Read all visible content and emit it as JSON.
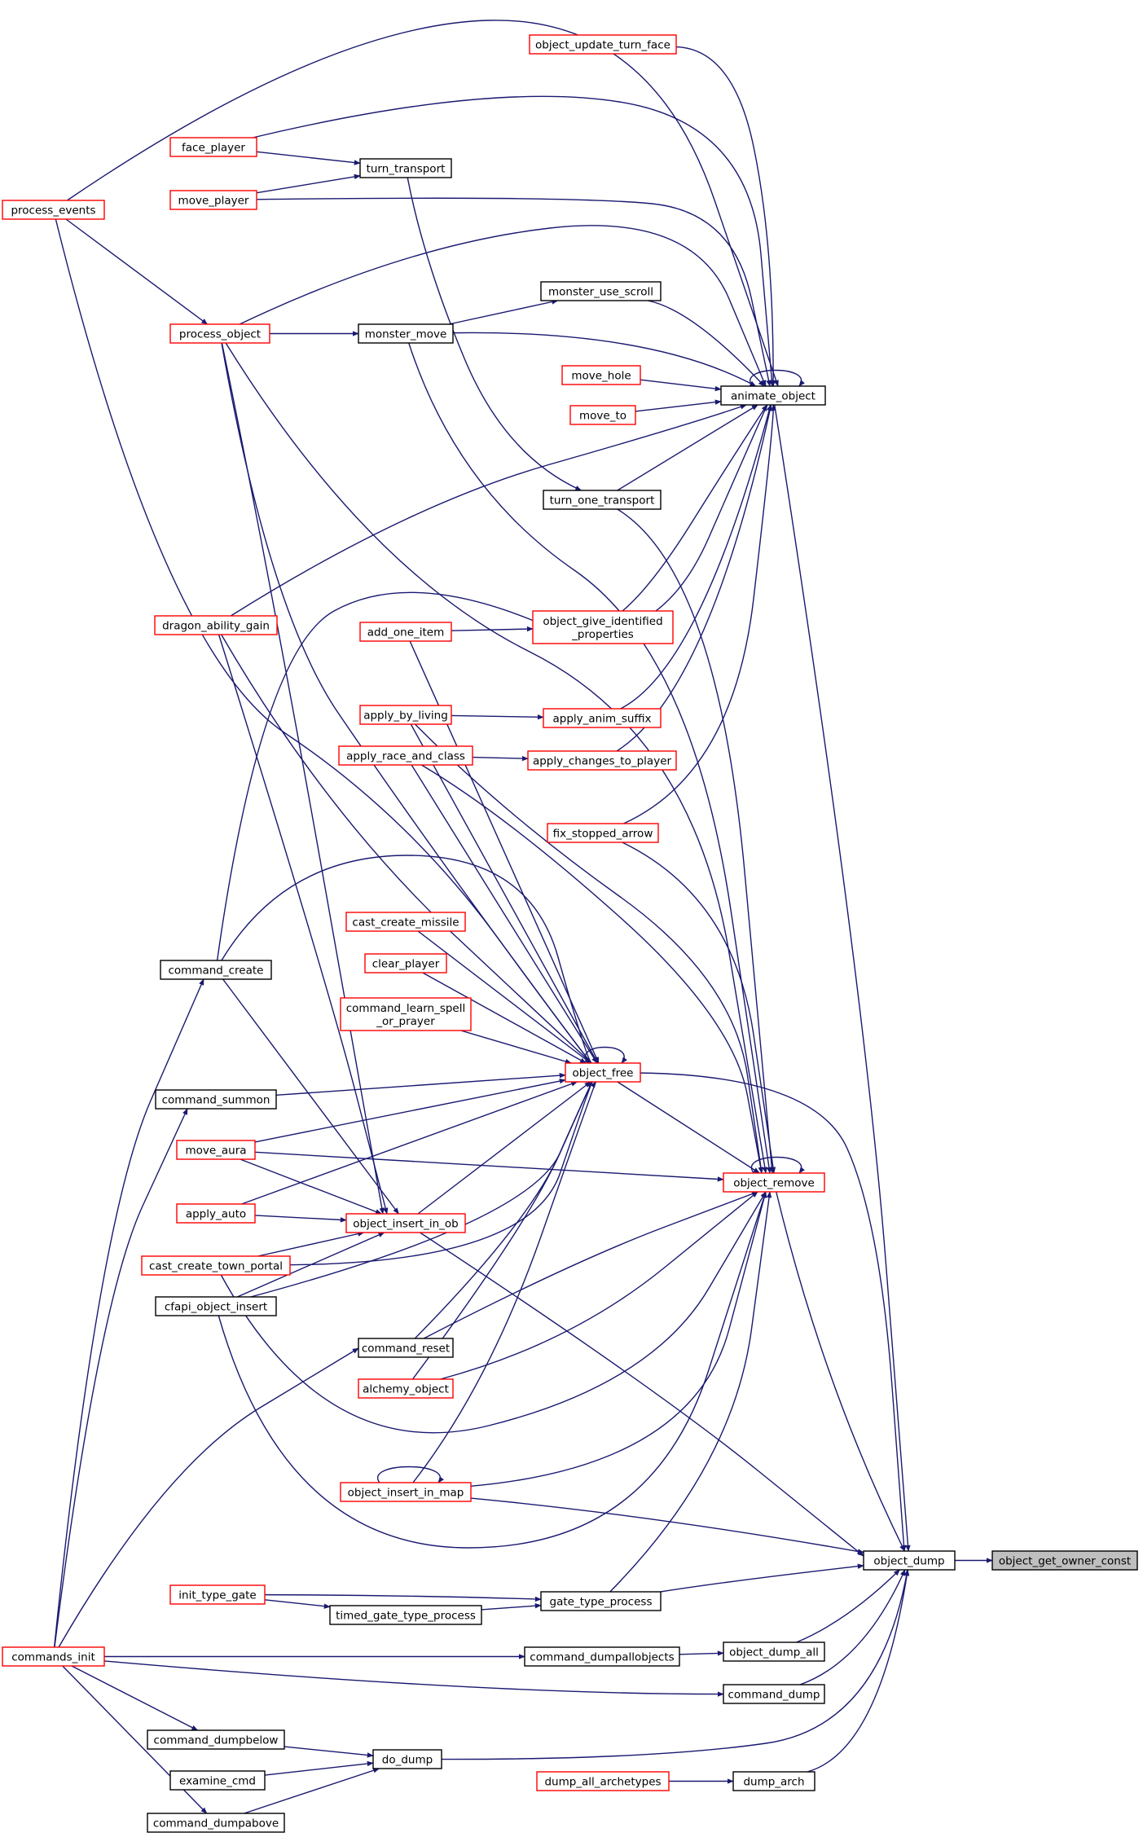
{
  "graph": {
    "colors": {
      "edge": "#191970",
      "link_border": "#ff0000",
      "plain_border": "#000000",
      "focus_fill": "#bfbfbf"
    },
    "nodes": {
      "object_get_owner_const": {
        "lines": [
          "object_get_owner_const"
        ],
        "style": "focus"
      },
      "object_dump": {
        "lines": [
          "object_dump"
        ],
        "style": "plain"
      },
      "object_update_turn_face": {
        "lines": [
          "object_update_turn_face"
        ],
        "style": "link"
      },
      "face_player": {
        "lines": [
          "face_player"
        ],
        "style": "link"
      },
      "turn_transport": {
        "lines": [
          "turn_transport"
        ],
        "style": "plain"
      },
      "move_player": {
        "lines": [
          "move_player"
        ],
        "style": "link"
      },
      "process_events": {
        "lines": [
          "process_events"
        ],
        "style": "link"
      },
      "monster_use_scroll": {
        "lines": [
          "monster_use_scroll"
        ],
        "style": "plain"
      },
      "process_object": {
        "lines": [
          "process_object"
        ],
        "style": "link"
      },
      "monster_move": {
        "lines": [
          "monster_move"
        ],
        "style": "plain"
      },
      "move_hole": {
        "lines": [
          "move_hole"
        ],
        "style": "link"
      },
      "animate_object": {
        "lines": [
          "animate_object"
        ],
        "style": "plain"
      },
      "move_to": {
        "lines": [
          "move_to"
        ],
        "style": "link"
      },
      "turn_one_transport": {
        "lines": [
          "turn_one_transport"
        ],
        "style": "plain"
      },
      "dragon_ability_gain": {
        "lines": [
          "dragon_ability_gain"
        ],
        "style": "link"
      },
      "add_one_item": {
        "lines": [
          "add_one_item"
        ],
        "style": "link"
      },
      "object_give_identified_properties": {
        "lines": [
          "object_give_identified",
          "_properties"
        ],
        "style": "link"
      },
      "apply_by_living": {
        "lines": [
          "apply_by_living"
        ],
        "style": "link"
      },
      "apply_anim_suffix": {
        "lines": [
          "apply_anim_suffix"
        ],
        "style": "link"
      },
      "apply_race_and_class": {
        "lines": [
          "apply_race_and_class"
        ],
        "style": "link"
      },
      "apply_changes_to_player": {
        "lines": [
          "apply_changes_to_player"
        ],
        "style": "link"
      },
      "fix_stopped_arrow": {
        "lines": [
          "fix_stopped_arrow"
        ],
        "style": "link"
      },
      "cast_create_missile": {
        "lines": [
          "cast_create_missile"
        ],
        "style": "link"
      },
      "clear_player": {
        "lines": [
          "clear_player"
        ],
        "style": "link"
      },
      "command_create": {
        "lines": [
          "command_create"
        ],
        "style": "plain"
      },
      "command_learn_spell_or_prayer": {
        "lines": [
          "command_learn_spell",
          "_or_prayer"
        ],
        "style": "link"
      },
      "object_free": {
        "lines": [
          "object_free"
        ],
        "style": "link"
      },
      "command_summon": {
        "lines": [
          "command_summon"
        ],
        "style": "plain"
      },
      "move_aura": {
        "lines": [
          "move_aura"
        ],
        "style": "link"
      },
      "object_remove": {
        "lines": [
          "object_remove"
        ],
        "style": "link"
      },
      "apply_auto": {
        "lines": [
          "apply_auto"
        ],
        "style": "link"
      },
      "object_insert_in_ob": {
        "lines": [
          "object_insert_in_ob"
        ],
        "style": "link"
      },
      "cast_create_town_portal": {
        "lines": [
          "cast_create_town_portal"
        ],
        "style": "link"
      },
      "cfapi_object_insert": {
        "lines": [
          "cfapi_object_insert"
        ],
        "style": "plain"
      },
      "command_reset": {
        "lines": [
          "command_reset"
        ],
        "style": "plain"
      },
      "alchemy_object": {
        "lines": [
          "alchemy_object"
        ],
        "style": "link"
      },
      "object_insert_in_map": {
        "lines": [
          "object_insert_in_map"
        ],
        "style": "link"
      },
      "init_type_gate": {
        "lines": [
          "init_type_gate"
        ],
        "style": "link"
      },
      "gate_type_process": {
        "lines": [
          "gate_type_process"
        ],
        "style": "plain"
      },
      "timed_gate_type_process": {
        "lines": [
          "timed_gate_type_process"
        ],
        "style": "plain"
      },
      "commands_init": {
        "lines": [
          "commands_init"
        ],
        "style": "link"
      },
      "command_dumpallobjects": {
        "lines": [
          "command_dumpallobjects"
        ],
        "style": "plain"
      },
      "object_dump_all": {
        "lines": [
          "object_dump_all"
        ],
        "style": "plain"
      },
      "command_dump": {
        "lines": [
          "command_dump"
        ],
        "style": "plain"
      },
      "command_dumpbelow": {
        "lines": [
          "command_dumpbelow"
        ],
        "style": "plain"
      },
      "do_dump": {
        "lines": [
          "do_dump"
        ],
        "style": "plain"
      },
      "examine_cmd": {
        "lines": [
          "examine_cmd"
        ],
        "style": "plain"
      },
      "dump_all_archetypes": {
        "lines": [
          "dump_all_archetypes"
        ],
        "style": "link"
      },
      "dump_arch": {
        "lines": [
          "dump_arch"
        ],
        "style": "plain"
      },
      "command_dumpabove": {
        "lines": [
          "command_dumpabove"
        ],
        "style": "plain"
      }
    },
    "edges": [
      [
        "object_dump",
        "object_get_owner_const"
      ],
      [
        "animate_object",
        "object_dump"
      ],
      [
        "object_free",
        "object_dump"
      ],
      [
        "object_remove",
        "object_dump"
      ],
      [
        "object_insert_in_ob",
        "object_dump"
      ],
      [
        "object_insert_in_map",
        "object_dump"
      ],
      [
        "gate_type_process",
        "object_dump"
      ],
      [
        "object_dump_all",
        "object_dump"
      ],
      [
        "command_dump",
        "object_dump"
      ],
      [
        "do_dump",
        "object_dump"
      ],
      [
        "dump_arch",
        "object_dump"
      ],
      [
        "object_update_turn_face",
        "animate_object"
      ],
      [
        "face_player",
        "animate_object"
      ],
      [
        "move_player",
        "animate_object"
      ],
      [
        "process_events",
        "animate_object"
      ],
      [
        "monster_use_scroll",
        "animate_object"
      ],
      [
        "process_object",
        "animate_object"
      ],
      [
        "monster_move",
        "animate_object"
      ],
      [
        "move_hole",
        "animate_object"
      ],
      [
        "move_to",
        "animate_object"
      ],
      [
        "turn_one_transport",
        "animate_object"
      ],
      [
        "dragon_ability_gain",
        "animate_object"
      ],
      [
        "object_give_identified_properties",
        "animate_object"
      ],
      [
        "apply_anim_suffix",
        "animate_object"
      ],
      [
        "apply_changes_to_player",
        "animate_object"
      ],
      [
        "fix_stopped_arrow",
        "animate_object"
      ],
      [
        "command_create",
        "animate_object"
      ],
      [
        "animate_object",
        "animate_object"
      ],
      [
        "face_player",
        "turn_transport"
      ],
      [
        "move_player",
        "turn_transport"
      ],
      [
        "turn_transport",
        "turn_one_transport"
      ],
      [
        "process_events",
        "process_object"
      ],
      [
        "process_object",
        "monster_move"
      ],
      [
        "monster_move",
        "monster_use_scroll"
      ],
      [
        "add_one_item",
        "object_give_identified_properties"
      ],
      [
        "apply_by_living",
        "apply_anim_suffix"
      ],
      [
        "apply_race_and_class",
        "apply_changes_to_player"
      ],
      [
        "add_one_item",
        "object_free"
      ],
      [
        "apply_by_living",
        "object_free"
      ],
      [
        "apply_race_and_class",
        "object_free"
      ],
      [
        "cast_create_missile",
        "object_free"
      ],
      [
        "clear_player",
        "object_free"
      ],
      [
        "command_learn_spell_or_prayer",
        "object_free"
      ],
      [
        "command_create",
        "object_free"
      ],
      [
        "command_summon",
        "object_free"
      ],
      [
        "move_aura",
        "object_free"
      ],
      [
        "apply_auto",
        "object_free"
      ],
      [
        "object_insert_in_ob",
        "object_free"
      ],
      [
        "cast_create_town_portal",
        "object_free"
      ],
      [
        "cfapi_object_insert",
        "object_free"
      ],
      [
        "command_reset",
        "object_free"
      ],
      [
        "alchemy_object",
        "object_free"
      ],
      [
        "object_insert_in_map",
        "object_free"
      ],
      [
        "process_object",
        "object_free"
      ],
      [
        "process_events",
        "object_free"
      ],
      [
        "dragon_ability_gain",
        "object_free"
      ],
      [
        "object_free",
        "object_free"
      ],
      [
        "object_free",
        "object_remove"
      ],
      [
        "object_remove",
        "object_remove"
      ],
      [
        "move_aura",
        "object_remove"
      ],
      [
        "command_reset",
        "object_remove"
      ],
      [
        "alchemy_object",
        "object_remove"
      ],
      [
        "object_insert_in_map",
        "object_remove"
      ],
      [
        "gate_type_process",
        "object_remove"
      ],
      [
        "cfapi_object_insert",
        "object_remove"
      ],
      [
        "cast_create_town_portal",
        "object_remove"
      ],
      [
        "apply_by_living",
        "object_remove"
      ],
      [
        "apply_race_and_class",
        "object_remove"
      ],
      [
        "fix_stopped_arrow",
        "object_remove"
      ],
      [
        "turn_one_transport",
        "object_remove"
      ],
      [
        "monster_move",
        "object_remove"
      ],
      [
        "process_object",
        "object_remove"
      ],
      [
        "move_aura",
        "object_insert_in_ob"
      ],
      [
        "apply_auto",
        "object_insert_in_ob"
      ],
      [
        "cast_create_town_portal",
        "object_insert_in_ob"
      ],
      [
        "cfapi_object_insert",
        "object_insert_in_ob"
      ],
      [
        "command_create",
        "object_insert_in_ob"
      ],
      [
        "dragon_ability_gain",
        "object_insert_in_ob"
      ],
      [
        "process_object",
        "object_insert_in_ob"
      ],
      [
        "object_insert_in_map",
        "object_insert_in_map"
      ],
      [
        "init_type_gate",
        "gate_type_process"
      ],
      [
        "timed_gate_type_process",
        "gate_type_process"
      ],
      [
        "init_type_gate",
        "timed_gate_type_process"
      ],
      [
        "commands_init",
        "command_dumpallobjects"
      ],
      [
        "command_dumpallobjects",
        "object_dump_all"
      ],
      [
        "commands_init",
        "command_dump"
      ],
      [
        "commands_init",
        "command_create"
      ],
      [
        "commands_init",
        "command_summon"
      ],
      [
        "commands_init",
        "command_reset"
      ],
      [
        "commands_init",
        "command_dumpbelow"
      ],
      [
        "commands_init",
        "command_dumpabove"
      ],
      [
        "command_dumpbelow",
        "do_dump"
      ],
      [
        "examine_cmd",
        "do_dump"
      ],
      [
        "command_dumpabove",
        "do_dump"
      ],
      [
        "dump_all_archetypes",
        "dump_arch"
      ]
    ]
  }
}
